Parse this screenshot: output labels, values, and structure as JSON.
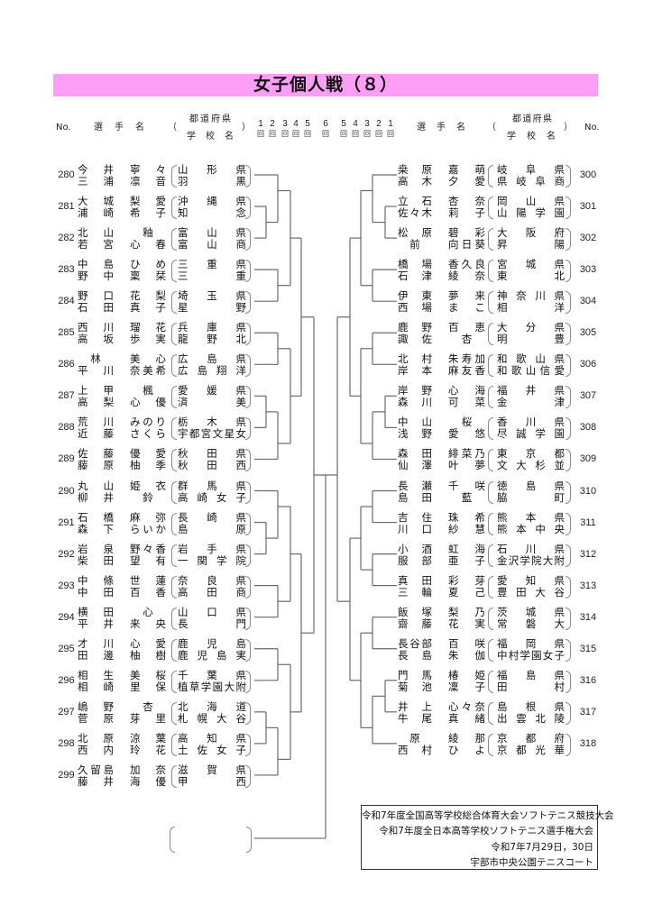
{
  "title": "女子個人戦（８）",
  "header": {
    "no_label": "No.",
    "player_label": "選手名",
    "paren_open": "（",
    "pref_label": "都道府県",
    "school_label": "学校名",
    "paren_close": "）",
    "rounds": [
      "1",
      "2",
      "3",
      "4",
      "5",
      "6",
      "5",
      "4",
      "3",
      "2",
      "1"
    ],
    "round_unit": "回"
  },
  "entries_left": [
    {
      "no": "280",
      "players": [
        {
          "surname": "今井",
          "given": "寧々"
        },
        {
          "surname": "三浦",
          "given": "凛音"
        }
      ],
      "prefecture": "山形県",
      "school": "羽黒"
    },
    {
      "no": "281",
      "players": [
        {
          "surname": "大城",
          "given": "梨愛"
        },
        {
          "surname": "浦崎",
          "given": "希子"
        }
      ],
      "prefecture": "沖縄県",
      "school": "知念"
    },
    {
      "no": "282",
      "players": [
        {
          "surname": "北山",
          "given": "釉"
        },
        {
          "surname": "若宮",
          "given": "心春"
        }
      ],
      "prefecture": "富山県",
      "school": "富山商"
    },
    {
      "no": "283",
      "players": [
        {
          "surname": "中島",
          "given": "ひめ"
        },
        {
          "surname": "野中",
          "given": "稟栞"
        }
      ],
      "prefecture": "三重県",
      "school": "三重"
    },
    {
      "no": "284",
      "players": [
        {
          "surname": "野口",
          "given": "花梨"
        },
        {
          "surname": "石田",
          "given": "真子"
        }
      ],
      "prefecture": "埼玉県",
      "school": "星野"
    },
    {
      "no": "285",
      "players": [
        {
          "surname": "西川",
          "given": "瑠花"
        },
        {
          "surname": "高坂",
          "given": "歩実"
        }
      ],
      "prefecture": "兵庫県",
      "school": "龍野北"
    },
    {
      "no": "286",
      "players": [
        {
          "surname": "林",
          "given": "美心"
        },
        {
          "surname": "平川",
          "given": "奈美希"
        }
      ],
      "prefecture": "広島県",
      "school": "広島翔洋"
    },
    {
      "no": "287",
      "players": [
        {
          "surname": "上甲",
          "given": "楓"
        },
        {
          "surname": "高梨",
          "given": "心優"
        }
      ],
      "prefecture": "愛媛県",
      "school": "済美"
    },
    {
      "no": "288",
      "players": [
        {
          "surname": "荒川",
          "given": "みのり"
        },
        {
          "surname": "近藤",
          "given": "さくら"
        }
      ],
      "prefecture": "栃木県",
      "school": "宇都宮文星女"
    },
    {
      "no": "289",
      "players": [
        {
          "surname": "佐藤",
          "given": "優愛"
        },
        {
          "surname": "藤原",
          "given": "柚季"
        }
      ],
      "prefecture": "秋田県",
      "school": "秋田西"
    },
    {
      "no": "290",
      "players": [
        {
          "surname": "丸山",
          "given": "姫衣"
        },
        {
          "surname": "柳井",
          "given": "鈴"
        }
      ],
      "prefecture": "群馬県",
      "school": "高崎女子"
    },
    {
      "no": "291",
      "players": [
        {
          "surname": "石橋",
          "given": "麻弥"
        },
        {
          "surname": "森下",
          "given": "らいか"
        }
      ],
      "prefecture": "長崎県",
      "school": "島原"
    },
    {
      "no": "292",
      "players": [
        {
          "surname": "岩泉",
          "given": "野々香"
        },
        {
          "surname": "柴田",
          "given": "望有"
        }
      ],
      "prefecture": "岩手県",
      "school": "一関学院"
    },
    {
      "no": "293",
      "players": [
        {
          "surname": "中條",
          "given": "世蓮"
        },
        {
          "surname": "中田",
          "given": "百香"
        }
      ],
      "prefecture": "奈良県",
      "school": "高田商"
    },
    {
      "no": "294",
      "players": [
        {
          "surname": "横田",
          "given": "心"
        },
        {
          "surname": "平井",
          "given": "来央"
        }
      ],
      "prefecture": "山口県",
      "school": "長門"
    },
    {
      "no": "295",
      "players": [
        {
          "surname": "才川",
          "given": "心愛"
        },
        {
          "surname": "田邊",
          "given": "柚樹"
        }
      ],
      "prefecture": "鹿児島",
      "school": "鹿児島実"
    },
    {
      "no": "296",
      "players": [
        {
          "surname": "相生",
          "given": "美桜"
        },
        {
          "surname": "相崎",
          "given": "里保"
        }
      ],
      "prefecture": "千葉県",
      "school": "植草学園大附"
    },
    {
      "no": "297",
      "players": [
        {
          "surname": "嶋野",
          "given": "杏"
        },
        {
          "surname": "菅原",
          "given": "芽里"
        }
      ],
      "prefecture": "北海道",
      "school": "札幌大谷"
    },
    {
      "no": "298",
      "players": [
        {
          "surname": "北原",
          "given": "涼葉"
        },
        {
          "surname": "西内",
          "given": "玲花"
        }
      ],
      "prefecture": "高知県",
      "school": "土佐女子"
    },
    {
      "no": "299",
      "players": [
        {
          "surname": "久留島",
          "given": "加奈"
        },
        {
          "surname": "藤井",
          "given": "海優"
        }
      ],
      "prefecture": "滋賀県",
      "school": "甲西"
    }
  ],
  "entries_right": [
    {
      "no": "300",
      "players": [
        {
          "surname": "桒原",
          "given": "嘉萌"
        },
        {
          "surname": "高木",
          "given": "夕愛"
        }
      ],
      "prefecture": "岐阜県",
      "school": "県岐阜商"
    },
    {
      "no": "301",
      "players": [
        {
          "surname": "立石",
          "given": "杏奈"
        },
        {
          "surname": "佐々木",
          "given": "莉子"
        }
      ],
      "prefecture": "岡山県",
      "school": "山陽学園"
    },
    {
      "no": "302",
      "players": [
        {
          "surname": "松原",
          "given": "碧彩"
        },
        {
          "surname": "前",
          "given": "向日葵"
        }
      ],
      "prefecture": "大阪府",
      "school": "昇陽"
    },
    {
      "no": "303",
      "players": [
        {
          "surname": "橋場",
          "given": "香久良"
        },
        {
          "surname": "石津",
          "given": "綾奈"
        }
      ],
      "prefecture": "宮城県",
      "school": "東北"
    },
    {
      "no": "304",
      "players": [
        {
          "surname": "伊東",
          "given": "夢来"
        },
        {
          "surname": "西場",
          "given": "まこ"
        }
      ],
      "prefecture": "神奈川県",
      "school": "相洋"
    },
    {
      "no": "305",
      "players": [
        {
          "surname": "鹿野",
          "given": "百恵"
        },
        {
          "surname": "諏佐",
          "given": "杏"
        }
      ],
      "prefecture": "大分県",
      "school": "明豊"
    },
    {
      "no": "306",
      "players": [
        {
          "surname": "北村",
          "given": "朱寿加"
        },
        {
          "surname": "岸本",
          "given": "麻友香"
        }
      ],
      "prefecture": "和歌山県",
      "school": "和歌山信愛"
    },
    {
      "no": "307",
      "players": [
        {
          "surname": "岸野",
          "given": "心海"
        },
        {
          "surname": "森川",
          "given": "可菜"
        }
      ],
      "prefecture": "福井県",
      "school": "金津"
    },
    {
      "no": "308",
      "players": [
        {
          "surname": "中山",
          "given": "桜"
        },
        {
          "surname": "浅野",
          "given": "愛悠"
        }
      ],
      "prefecture": "香川県",
      "school": "尽誠学園"
    },
    {
      "no": "309",
      "players": [
        {
          "surname": "森田",
          "given": "緋菜乃"
        },
        {
          "surname": "仙澤",
          "given": "叶夢"
        }
      ],
      "prefecture": "東京都",
      "school": "文大杉並"
    },
    {
      "no": "310",
      "players": [
        {
          "surname": "長瀬",
          "given": "千咲"
        },
        {
          "surname": "島田",
          "given": "藍"
        }
      ],
      "prefecture": "徳島県",
      "school": "脇町"
    },
    {
      "no": "311",
      "players": [
        {
          "surname": "吉住",
          "given": "珠希"
        },
        {
          "surname": "川口",
          "given": "紗慧"
        }
      ],
      "prefecture": "熊本県",
      "school": "熊本中央"
    },
    {
      "no": "312",
      "players": [
        {
          "surname": "小酒",
          "given": "虹海"
        },
        {
          "surname": "服部",
          "given": "亜子"
        }
      ],
      "prefecture": "石川県",
      "school": "金沢学院大附"
    },
    {
      "no": "313",
      "players": [
        {
          "surname": "真田",
          "given": "彩芽"
        },
        {
          "surname": "三輪",
          "given": "夏己"
        }
      ],
      "prefecture": "愛知県",
      "school": "豊田大谷"
    },
    {
      "no": "314",
      "players": [
        {
          "surname": "飯塚",
          "given": "梨乃"
        },
        {
          "surname": "齋藤",
          "given": "花実"
        }
      ],
      "prefecture": "茨城県",
      "school": "常磐大"
    },
    {
      "no": "315",
      "players": [
        {
          "surname": "長谷部",
          "given": "百咲"
        },
        {
          "surname": "長島",
          "given": "朱伽"
        }
      ],
      "prefecture": "福岡県",
      "school": "中村学園女子"
    },
    {
      "no": "316",
      "players": [
        {
          "surname": "門馬",
          "given": "椿姫"
        },
        {
          "surname": "菊池",
          "given": "凜子"
        }
      ],
      "prefecture": "福島県",
      "school": "田村"
    },
    {
      "no": "317",
      "players": [
        {
          "surname": "井上",
          "given": "心々奈"
        },
        {
          "surname": "牛尾",
          "given": "真緒"
        }
      ],
      "prefecture": "島根県",
      "school": "出雲北陵"
    },
    {
      "no": "318",
      "players": [
        {
          "surname": "原",
          "given": "綾那"
        },
        {
          "surname": "西村",
          "given": "ひよ"
        }
      ],
      "prefecture": "京都府",
      "school": "京都光華"
    }
  ],
  "bracket": {
    "left": [
      [
        [
          [
            "280",
            [
              "281",
              "282"
            ]
          ],
          [
            "283",
            "284"
          ]
        ],
        [
          [
            "285",
            "286"
          ],
          [
            [
              "287",
              "288"
            ],
            "289"
          ]
        ]
      ],
      [
        [
          [
            "290",
            [
              "291",
              "292"
            ]
          ],
          [
            "293",
            "294"
          ]
        ],
        [
          [
            "295",
            "296"
          ],
          [
            [
              "297",
              "298"
            ],
            "299"
          ]
        ]
      ]
    ],
    "right": [
      [
        [
          [
            "300",
            [
              "301",
              "302"
            ]
          ],
          [
            "303",
            "304"
          ]
        ],
        [
          [
            "305",
            "306"
          ],
          [
            [
              "307",
              "308"
            ],
            "309"
          ]
        ]
      ],
      [
        [
          [
            "310",
            "311"
          ],
          [
            "312",
            "313"
          ]
        ],
        [
          [
            "314",
            "315"
          ],
          [
            [
              "316",
              "317"
            ],
            "318"
          ]
        ]
      ]
    ]
  },
  "footer": {
    "lines": [
      "令和7年度全国高等学校総合体育大会ソフトテニス競技大会",
      "令和7年度全日本高等学校ソフトテニス選手権大会",
      "令和7年7月29日，30日",
      "宇部市中央公園テニスコート"
    ]
  }
}
